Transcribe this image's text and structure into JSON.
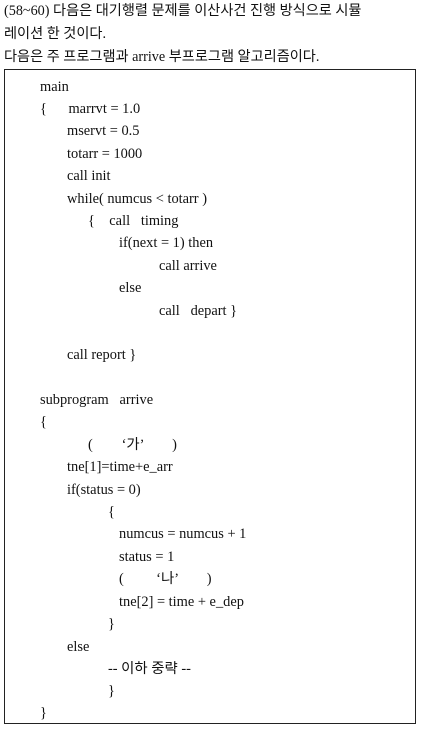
{
  "intro": {
    "line1": "(58~60) 다음은 대기행렬 문제를 이산사건 진행 방식으로 시뮬",
    "line2": "레이션 한 것이다.",
    "line3": "다음은 주 프로그램과 arrive 부프로그램 알고리즘이다."
  },
  "code": {
    "main": "main",
    "open_main": "{      marrvt = 1.0",
    "mservt": "mservt = 0.5",
    "totarr": "totarr = 1000",
    "call_init": "call init",
    "while": "while( numcus < totarr )",
    "timing": "{    call   timing",
    "if_next": "if(next = 1) then",
    "call_arrive": "call arrive",
    "else1": "else",
    "call_depart": "call   depart }",
    "call_report": "call report }",
    "subprogram": "subprogram   arrive",
    "open_sub": "{",
    "blank_ga": "(        ‘가’        )",
    "tne1": "tne[1]=time+e_arr",
    "if_status": "if(status = 0)",
    "open_if": "{",
    "numcus": "numcus = numcus + 1",
    "status": "status = 1",
    "blank_na": "(         ‘나’        )",
    "tne2": "tne[2] = time + e_dep",
    "close_if": "}",
    "else2": "else",
    "omitted": "-- 이하 중략 --",
    "close_else": "}",
    "close_sub": "}"
  }
}
